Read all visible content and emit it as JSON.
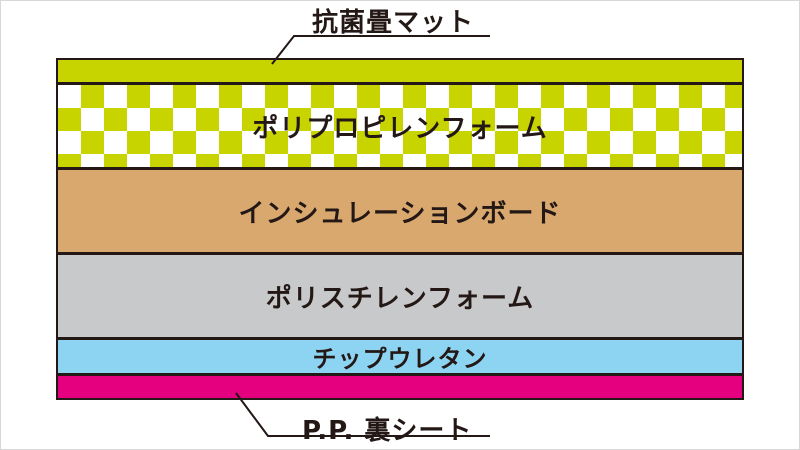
{
  "labels": {
    "top": "抗菌畳マット",
    "bottom": "P.P. 裏シート"
  },
  "layers": [
    {
      "id": "top",
      "label": "",
      "color": "#c8d400"
    },
    {
      "id": "pp",
      "label": "ポリプロピレンフォーム",
      "color": "#c8d400"
    },
    {
      "id": "board",
      "label": "インシュレーションボード",
      "color": "#d9a86f"
    },
    {
      "id": "ps",
      "label": "ポリスチレンフォーム",
      "color": "#c8c9ca"
    },
    {
      "id": "chip",
      "label": "チップウレタン",
      "color": "#8dd4f2"
    },
    {
      "id": "bottom",
      "label": "",
      "color": "#e4007f"
    }
  ],
  "colors": {
    "outline": "#231815",
    "text": "#231815",
    "frame": "#d8d8d8"
  }
}
